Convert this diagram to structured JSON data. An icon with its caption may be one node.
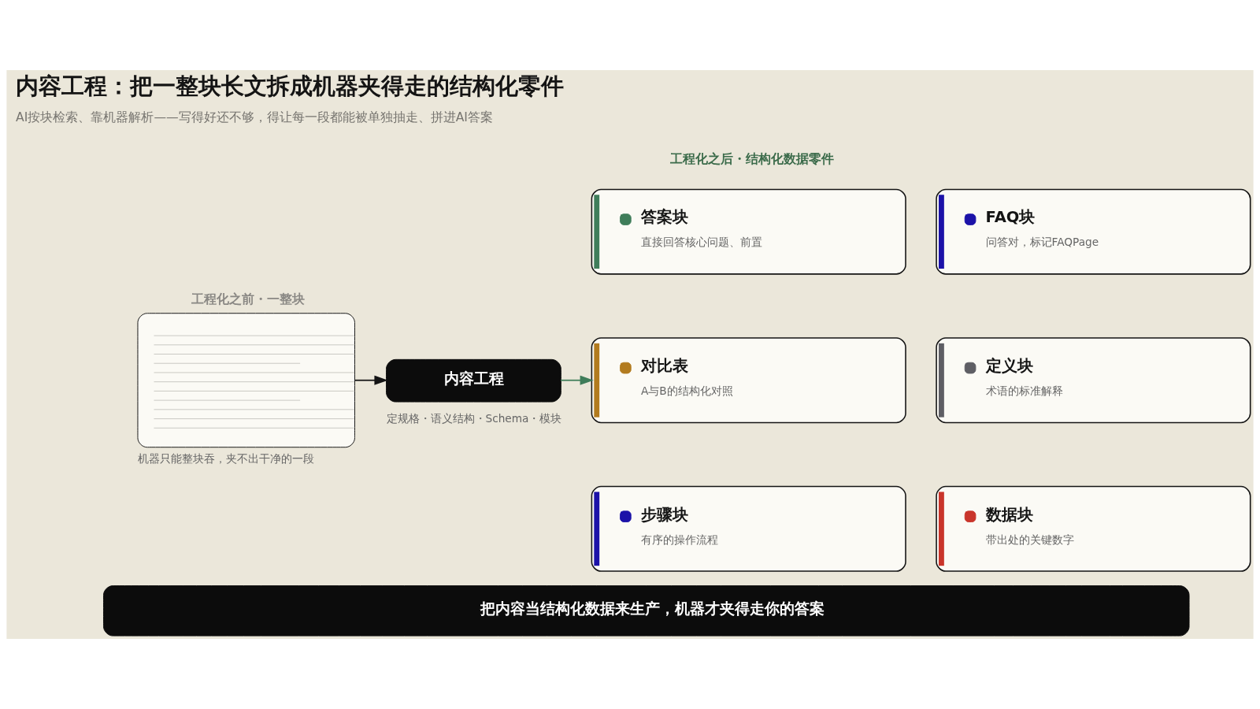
{
  "diagram": {
    "title": "内容工程：把一整块长文拆成机器夹得走的结构化零件",
    "nodes": [
      {
        "text": [
          "工程化之前・一整块"
        ],
        "beside": [
          "机器只能整块吞，夹不出干净的一段"
        ]
      },
      {
        "text": [
          "内容工程"
        ],
        "beside": [
          "定规格・语义结构・Schema・模块"
        ]
      },
      {
        "text": [
          "答案块",
          "直接回答核心问题、前置"
        ]
      },
      {
        "text": [
          "FAQ块",
          "问答对，标记FAQPage"
        ]
      },
      {
        "text": [
          "对比表",
          "A与B的结构化对照"
        ]
      },
      {
        "text": [
          "定义块",
          "术语的标准解释"
        ]
      },
      {
        "text": [
          "步骤块",
          "有序的操作流程"
        ]
      },
      {
        "text": [
          "数据块",
          "带出处的关键数字"
        ]
      },
      {
        "text": [
          "把内容当结构化数据来生产，机器才夹得走你的答案"
        ]
      }
    ],
    "edges": [
      {
        "from": 0,
        "to": 1,
        "arrow": "to"
      },
      {
        "from": 1,
        "to": 4,
        "arrow": "to",
        "color": "#3f7d5a"
      }
    ],
    "labels": [
      "AI按块检索、靠机器解析——写得好还不够，得让每一段都能被单独抽走、拼进AI答案",
      "工程化之后・结构化数据零件"
    ]
  }
}
